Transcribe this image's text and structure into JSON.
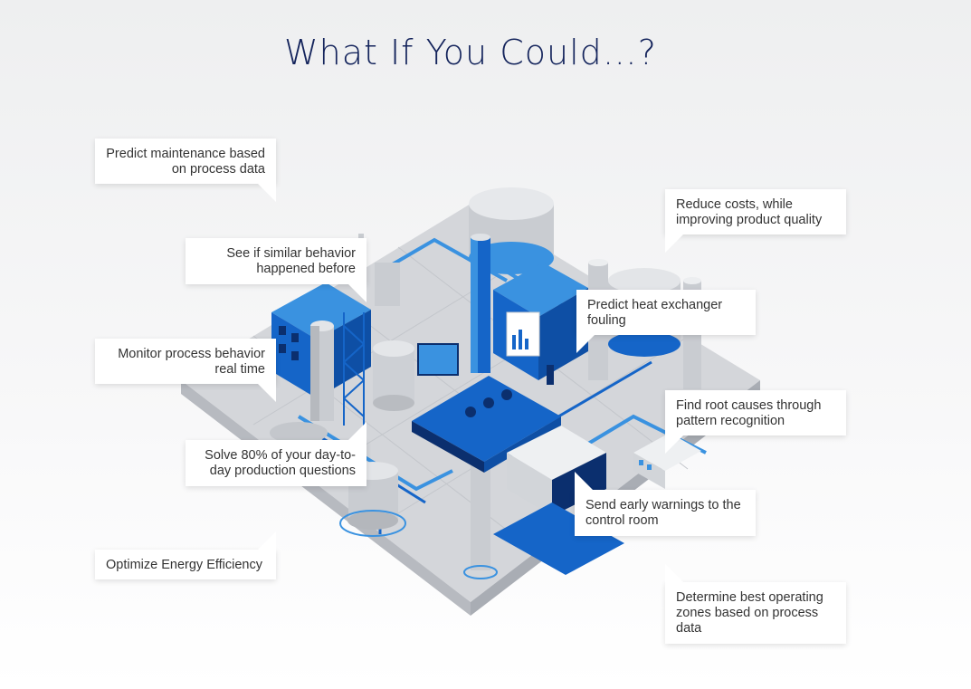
{
  "title": "What If You Could…?",
  "callouts": [
    {
      "text": "Predict maintenance based on process data"
    },
    {
      "text": "See if similar behavior happened before"
    },
    {
      "text": "Monitor process behavior real time"
    },
    {
      "text": "Solve 80% of your day-to-day production questions"
    },
    {
      "text": "Optimize Energy Efficiency"
    },
    {
      "text": "Reduce costs, while improving product quality"
    },
    {
      "text": "Predict heat exchanger fouling"
    },
    {
      "text": "Find root causes through pattern recognition"
    },
    {
      "text": "Send early warnings to the control room"
    },
    {
      "text": "Determine best operating zones based on process data"
    }
  ],
  "colors": {
    "title": "#14245c",
    "primary_blue": "#1565c8",
    "light_blue": "#3a92e0",
    "dark_blue": "#0b2f6e",
    "gray": "#c9ccd1"
  }
}
